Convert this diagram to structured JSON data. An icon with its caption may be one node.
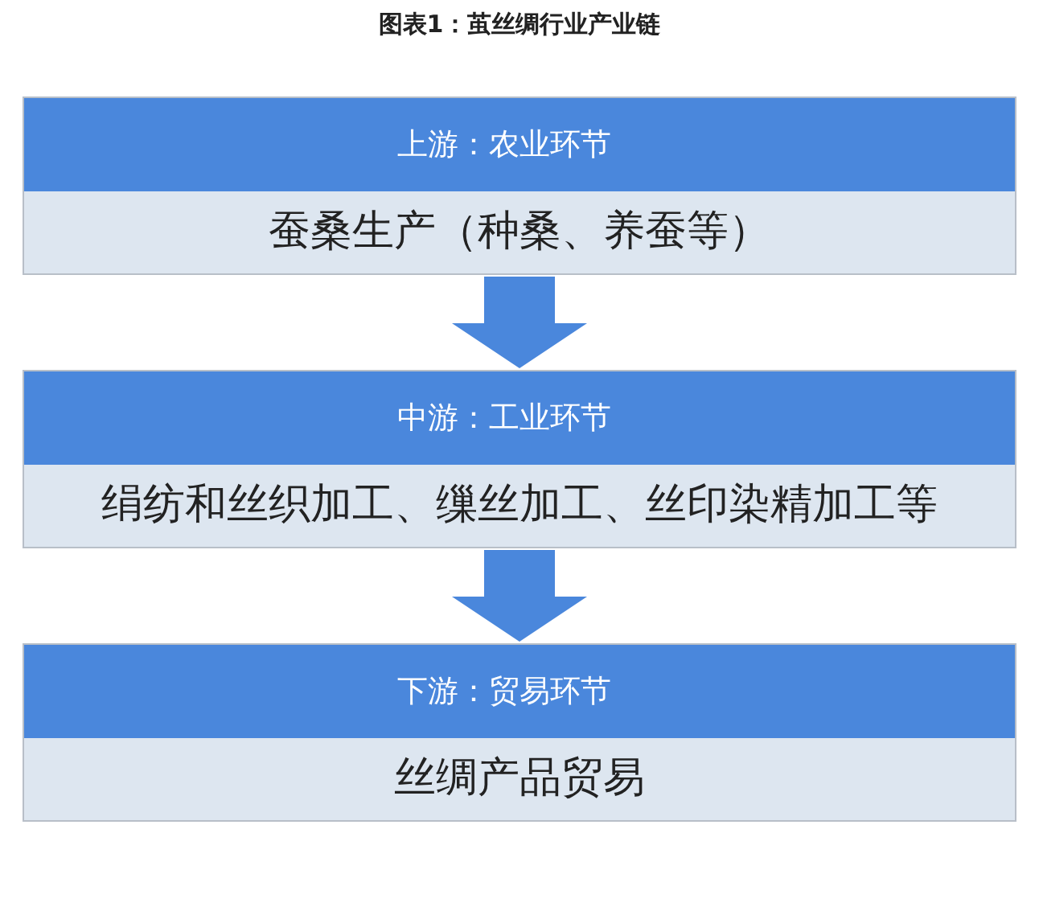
{
  "diagram": {
    "title": "图表1：茧丝绸行业产业链",
    "nodes": [
      {
        "text": [
          "上游：农业环节",
          "蚕桑生产（种桑、养蚕等）"
        ]
      },
      {
        "text": [
          "中游：工业环节",
          "绢纺和丝织加工、缫丝加工、丝印染精加工等"
        ]
      },
      {
        "text": [
          "下游：贸易环节",
          "丝绸产品贸易"
        ]
      }
    ],
    "edges": [
      {
        "from": 0,
        "to": 1,
        "arrow": "to"
      },
      {
        "from": 1,
        "to": 2,
        "arrow": "to"
      }
    ]
  }
}
